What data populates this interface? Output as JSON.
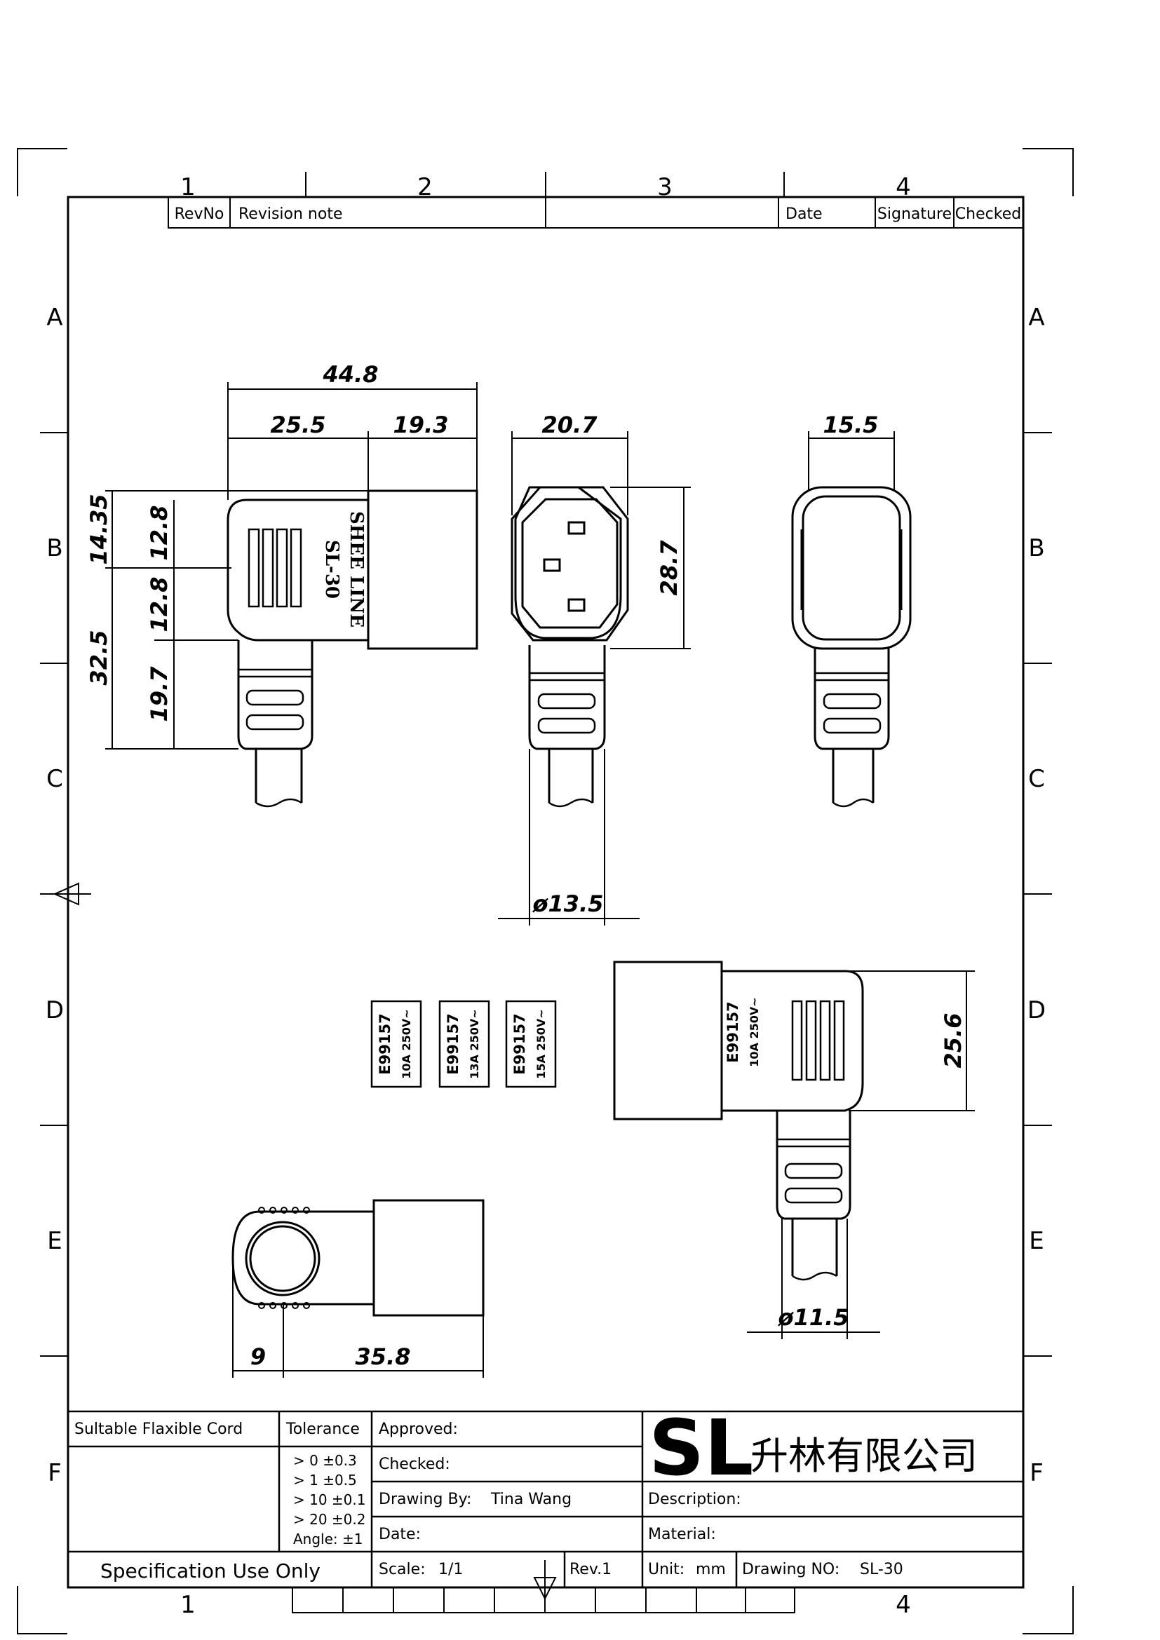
{
  "zones": {
    "columns": [
      "1",
      "2",
      "3",
      "4"
    ],
    "rows": [
      "A",
      "B",
      "C",
      "D",
      "E",
      "F"
    ]
  },
  "revision_table": {
    "rev_no": "RevNo",
    "revision_note": "Revision note",
    "date": "Date",
    "signature": "Signature",
    "checked": "Checked"
  },
  "dimensions": {
    "overall_width": "44.8",
    "body_width": "25.5",
    "connector_width": "19.3",
    "upper_height": "14.35",
    "upper_body": "12.8",
    "lower_body": "12.8",
    "lower_total": "32.5",
    "strain_relief": "19.7",
    "front_width": "20.7",
    "front_height": "28.7",
    "back_width": "15.5",
    "cable_dia_front": "ø13.5",
    "side_height": "25.6",
    "cable_dia_side": "ø11.5",
    "bottom_head": "9",
    "bottom_body": "35.8"
  },
  "molded_text": {
    "brand": "SHEE LINE",
    "model": "SL-30"
  },
  "rating_labels": [
    {
      "cert": "E99157",
      "rating": "10A 250V~"
    },
    {
      "cert": "E99157",
      "rating": "13A 250V~"
    },
    {
      "cert": "E99157",
      "rating": "15A 250V~"
    }
  ],
  "side_label": {
    "cert": "E99157",
    "rating": "10A 250V~"
  },
  "title_block": {
    "cord_label": "Sultable Flaxible Cord",
    "tolerance_label": "Tolerance",
    "tolerances": [
      "> 0  ±0.3",
      "> 1  ±0.5",
      "> 10  ±0.1",
      "> 20  ±0.2",
      "Angle: ±1"
    ],
    "approved": "Approved:",
    "checked": "Checked:",
    "drawing_by_label": "Drawing By:",
    "drawing_by": "Tina Wang",
    "date": "Date:",
    "scale_label": "Scale:",
    "scale": "1/1",
    "rev": "Rev.1",
    "logo": "SL",
    "company": "升林有限公司",
    "description": "Description:",
    "material": "Material:",
    "unit_label": "Unit:",
    "unit": "mm",
    "drawing_no_label": "Drawing NO:",
    "drawing_no": "SL-30",
    "spec_note": "Specification Use Only"
  }
}
